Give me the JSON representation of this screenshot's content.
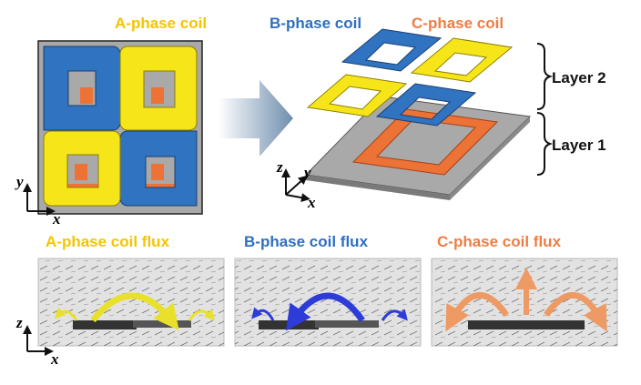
{
  "labels": {
    "a_phase_coil": "A-phase coil",
    "b_phase_coil": "B-phase coil",
    "c_phase_coil": "C-phase coil",
    "layer2": "Layer 2",
    "layer1": "Layer 1",
    "a_flux": "A-phase coil flux",
    "b_flux": "B-phase coil flux",
    "c_flux": "C-phase coil flux"
  },
  "axes": {
    "x": "x",
    "y": "y",
    "z": "z"
  },
  "colors": {
    "a_phase": "#f6e619",
    "b_phase": "#2f73c1",
    "c_phase": "#ec7236",
    "a_label": "#f5c400",
    "b_label": "#2e6fc0",
    "c_label": "#ef7d43",
    "plate": "#a9a9a9",
    "flux_a": "#e8e02a",
    "flux_b": "#2d3bd8",
    "flux_c": "#ee9a64"
  }
}
